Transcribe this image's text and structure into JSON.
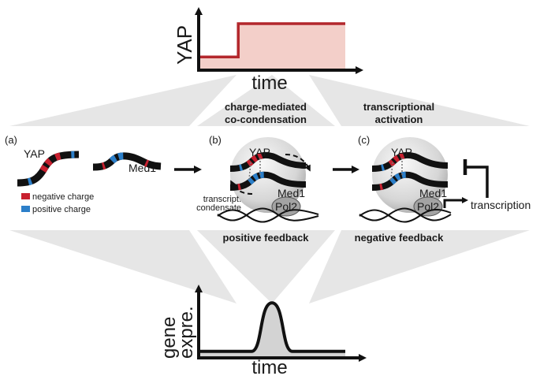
{
  "top_chart": {
    "ylabel": "YAP",
    "xlabel": "time",
    "curve_color": "#b3272c",
    "fill_color": "#f3cfc9",
    "series": {
      "type": "step",
      "low": 0.25,
      "high": 0.88,
      "step_at": 0.27
    }
  },
  "headers": {
    "middle": [
      "charge-mediated",
      "co-condensation"
    ],
    "right": [
      "transcriptional",
      "activation"
    ]
  },
  "panel_a": {
    "tag": "(a)",
    "yap_label": "YAP",
    "med1_label": "Med1",
    "legend": {
      "negative": {
        "label": "negative charge",
        "color": "#c8202f"
      },
      "positive": {
        "label": "positive charge",
        "color": "#2c7fc9"
      }
    }
  },
  "panel_b": {
    "tag": "(b)",
    "yap_label": "YAP",
    "med1_label": "Med1",
    "pol2_label": "Pol2",
    "condensate_label": [
      "transcript.",
      "condensate"
    ],
    "feedback": "positive feedback"
  },
  "panel_c": {
    "tag": "(c)",
    "yap_label": "YAP",
    "med1_label": "Med1",
    "pol2_label": "Pol2",
    "transcription_label": "transcription",
    "feedback": "negative feedback"
  },
  "bottom_chart": {
    "ylabel": [
      "gene",
      "expre."
    ],
    "xlabel": "time",
    "fill_color": "#d3d3d3",
    "series": {
      "type": "pulse",
      "baseline": 0.1,
      "peak": 0.85,
      "peak_at": 0.5
    }
  },
  "colors": {
    "wedge": "#e6e6e6",
    "condensate_inner": "#f7f7f7",
    "condensate_outer": "#b2b2b2",
    "pol2": "#a3a3a3"
  }
}
